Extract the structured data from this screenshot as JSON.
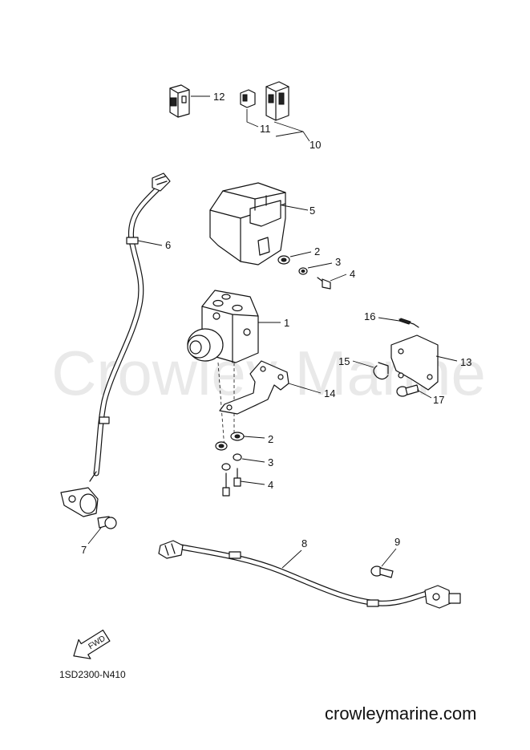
{
  "watermark": "Crowley Marine",
  "doc_code": "1SD2300-N410",
  "site_url": "crowleymarine.com",
  "fwd_label": "FWD",
  "callouts": {
    "c1": "1",
    "c2a": "2",
    "c2b": "2",
    "c3a": "3",
    "c3b": "3",
    "c4a": "4",
    "c4b": "4",
    "c5": "5",
    "c6": "6",
    "c7": "7",
    "c8": "8",
    "c9": "9",
    "c10": "10",
    "c11": "11",
    "c12": "12",
    "c13": "13",
    "c14": "14",
    "c15": "15",
    "c16": "16",
    "c17": "17"
  }
}
